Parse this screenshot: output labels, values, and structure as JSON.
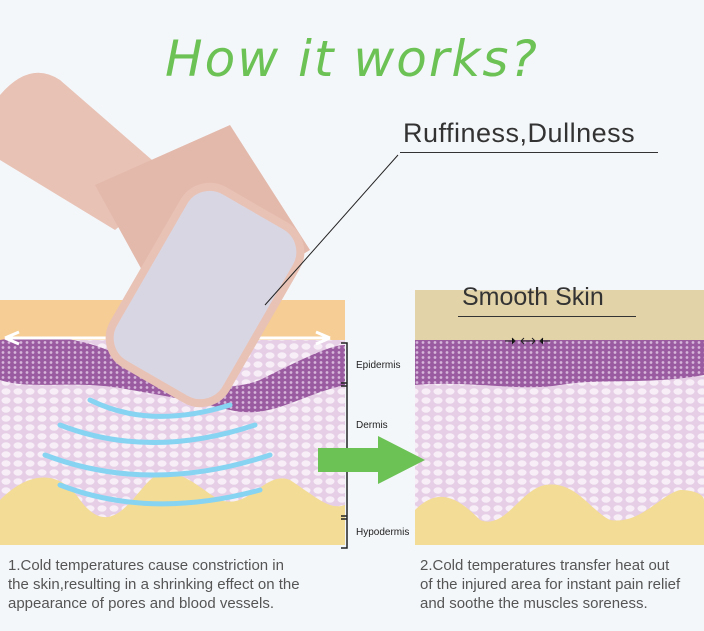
{
  "title": "How it works?",
  "labels": {
    "before": "Ruffiness,Dullness",
    "after": "Smooth Skin"
  },
  "layers": [
    "Epidermis",
    "Dermis",
    "Hypodermis"
  ],
  "captions": {
    "left": [
      "1.Cold temperatures cause constriction in",
      "the skin,resulting in a shrinking effect on the",
      "appearance of pores and blood vessels."
    ],
    "right": [
      "2.Cold temperatures transfer heat out",
      "of the injured area for instant pain relief",
      "and soothe the muscles soreness."
    ]
  },
  "colors": {
    "title": "#6cc255",
    "arrow": "#6cc255",
    "epidermis": "#9a5ba0",
    "dermis": "#e9d6ea",
    "hypodermis": "#f3dc96",
    "surface": "#f5c98f",
    "roller": "#e8c2b5",
    "cold_waves": "#7fd0f0"
  }
}
